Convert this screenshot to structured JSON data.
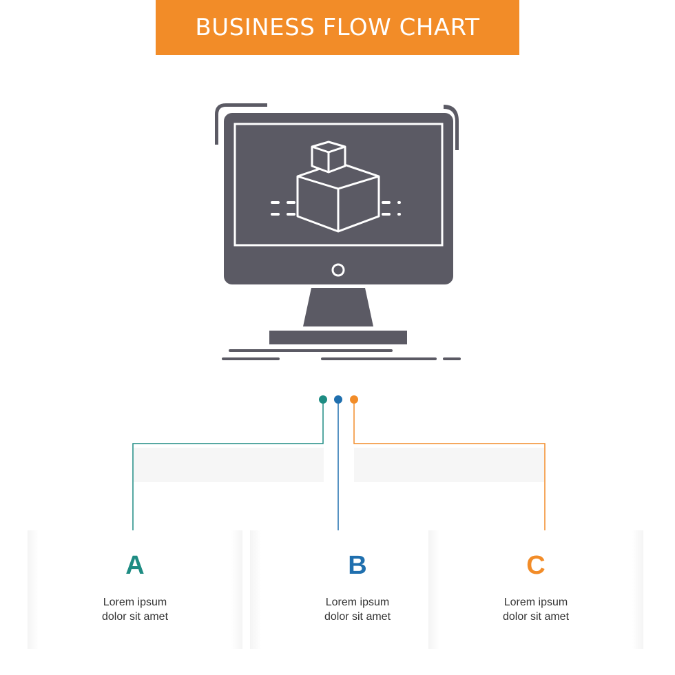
{
  "title": "BUSINESS FLOW CHART",
  "colors": {
    "banner": "#F28C28",
    "icon": "#5B5A64",
    "step_a": "#1E8C83",
    "step_b": "#1F6FAE",
    "step_c": "#F28C28"
  },
  "hero_icon": "monitor-3d-cube-icon",
  "steps": [
    {
      "letter": "A",
      "line1": "Lorem ipsum",
      "line2": "dolor sit amet"
    },
    {
      "letter": "B",
      "line1": "Lorem ipsum",
      "line2": "dolor sit amet"
    },
    {
      "letter": "C",
      "line1": "Lorem ipsum",
      "line2": "dolor sit amet"
    }
  ]
}
